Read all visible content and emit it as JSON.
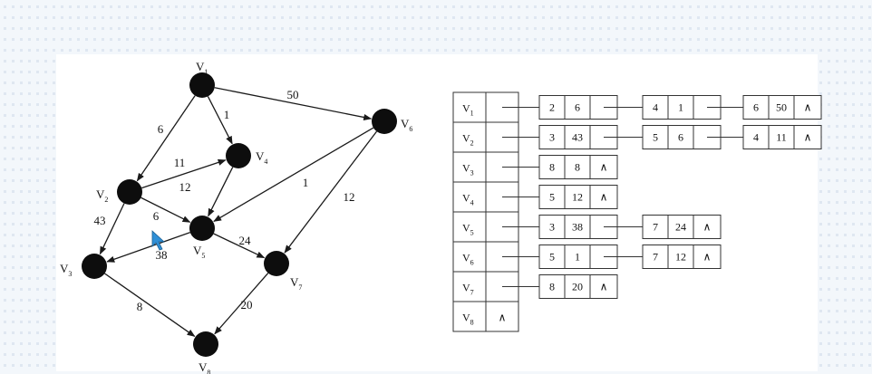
{
  "colors": {
    "background": "#f3f7fb",
    "dot": "#dfe7f1",
    "panel": "#ffffff",
    "node": "#0d0d0d",
    "edge": "#1a1a1a",
    "cursor": "#2f8fd6"
  },
  "graph": {
    "nodes": [
      {
        "id": "v1",
        "base": "V",
        "sub": "1"
      },
      {
        "id": "v2",
        "base": "V",
        "sub": "2"
      },
      {
        "id": "v3",
        "base": "V",
        "sub": "3"
      },
      {
        "id": "v4",
        "base": "V",
        "sub": "4"
      },
      {
        "id": "v5",
        "base": "V",
        "sub": "5"
      },
      {
        "id": "v6",
        "base": "V",
        "sub": "6"
      },
      {
        "id": "v7",
        "base": "V",
        "sub": "7"
      },
      {
        "id": "v8",
        "base": "V",
        "sub": "8"
      }
    ],
    "edges": [
      {
        "from": "v1",
        "to": "v2",
        "weight": "6"
      },
      {
        "from": "v1",
        "to": "v4",
        "weight": "1"
      },
      {
        "from": "v1",
        "to": "v6",
        "weight": "50"
      },
      {
        "from": "v2",
        "to": "v3",
        "weight": "43"
      },
      {
        "from": "v2",
        "to": "v4",
        "weight": "11"
      },
      {
        "from": "v4",
        "to": "v5",
        "weight": "12"
      },
      {
        "from": "v2",
        "to": "v5",
        "weight": "6"
      },
      {
        "from": "v5",
        "to": "v3",
        "weight": "38"
      },
      {
        "from": "v6",
        "to": "v5",
        "weight": "1"
      },
      {
        "from": "v6",
        "to": "v7",
        "weight": "12"
      },
      {
        "from": "v5",
        "to": "v7",
        "weight": "24"
      },
      {
        "from": "v3",
        "to": "v8",
        "weight": "8"
      },
      {
        "from": "v7",
        "to": "v8",
        "weight": "20"
      }
    ]
  },
  "adjacency_list": {
    "null_symbol": "∧",
    "rows": [
      {
        "head": {
          "base": "V",
          "sub": "1"
        },
        "nodes": [
          {
            "adj": "2",
            "w": "6"
          },
          {
            "adj": "4",
            "w": "1"
          },
          {
            "adj": "6",
            "w": "50"
          }
        ]
      },
      {
        "head": {
          "base": "V",
          "sub": "2"
        },
        "nodes": [
          {
            "adj": "3",
            "w": "43"
          },
          {
            "adj": "5",
            "w": "6"
          },
          {
            "adj": "4",
            "w": "11"
          }
        ]
      },
      {
        "head": {
          "base": "V",
          "sub": "3"
        },
        "nodes": [
          {
            "adj": "8",
            "w": "8"
          }
        ]
      },
      {
        "head": {
          "base": "V",
          "sub": "4"
        },
        "nodes": [
          {
            "adj": "5",
            "w": "12"
          }
        ]
      },
      {
        "head": {
          "base": "V",
          "sub": "5"
        },
        "nodes": [
          {
            "adj": "3",
            "w": "38"
          },
          {
            "adj": "7",
            "w": "24"
          }
        ]
      },
      {
        "head": {
          "base": "V",
          "sub": "6"
        },
        "nodes": [
          {
            "adj": "5",
            "w": "1"
          },
          {
            "adj": "7",
            "w": "12"
          }
        ]
      },
      {
        "head": {
          "base": "V",
          "sub": "7"
        },
        "nodes": [
          {
            "adj": "8",
            "w": "20"
          }
        ]
      },
      {
        "head": {
          "base": "V",
          "sub": "8"
        },
        "nodes": []
      }
    ]
  }
}
